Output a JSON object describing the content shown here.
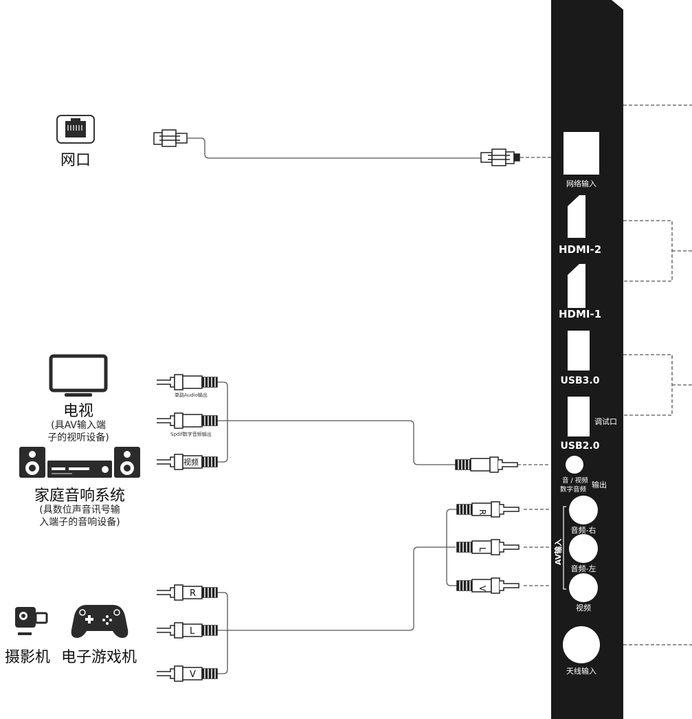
{
  "colors": {
    "panel": "#1a1a1a",
    "cable": "#555555",
    "dash": "#555555",
    "device": "#2b2b2b"
  },
  "devices": {
    "network": {
      "label": "网口",
      "icon": "ethernet-port-icon"
    },
    "tv": {
      "label": "电视",
      "sub1": "(具AV输入端",
      "sub2": "子的视听设备)",
      "icon": "tv-icon"
    },
    "hifi": {
      "label": "家庭音响系统",
      "sub1": "(具数位声音讯号输",
      "sub2": "入端子的音响设备)",
      "icon": "speaker-system-icon"
    },
    "camera": {
      "label": "摄影机",
      "icon": "camcorder-icon"
    },
    "console": {
      "label": "电子游戏机",
      "icon": "gamepad-icon"
    }
  },
  "plugs": {
    "audio_out": "单路Audio输出",
    "spdif": "Spdif数字音频输出",
    "video": "视频",
    "r": "R",
    "l": "L",
    "v": "V"
  },
  "panel": {
    "lan": "网络输入",
    "hdmi": "HDMI",
    "hdmi2_suffix": "-2",
    "hdmi1_suffix": "-1",
    "usb3": "USB3.0",
    "usb2": "USB2.0",
    "debug": "调试口",
    "av_out_line1": "音 / 视频",
    "av_out_line2": "数字音频",
    "av_out_suffix": "输出",
    "av_in": "AV输入",
    "audio_right": "音频-右",
    "audio_left": "音频-左",
    "video_in": "视频",
    "antenna": "天线输入"
  }
}
